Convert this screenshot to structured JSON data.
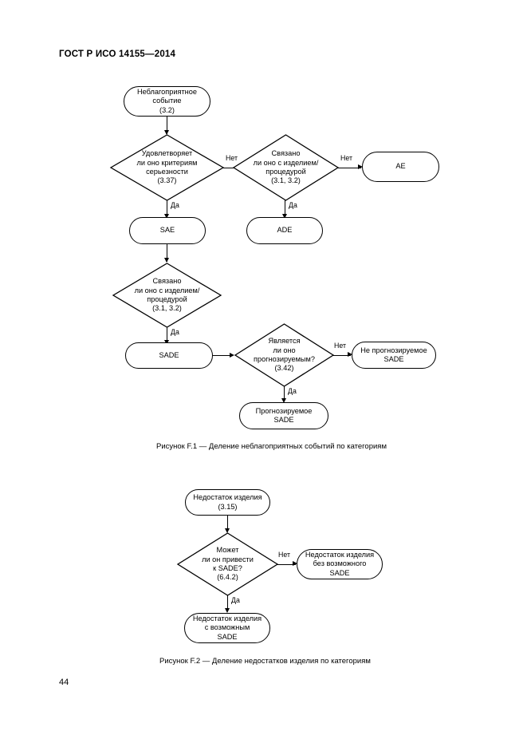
{
  "document": {
    "header": "ГОСТ Р ИСО 14155—2014",
    "page_number": "44"
  },
  "figures": [
    {
      "id": "F.1",
      "caption": "Рисунок F.1 — Деление неблагоприятных событий по категориям",
      "nodes": {
        "start": "Неблагоприятное\nсобытие\n(3.2)",
        "d1": "Удовлетворяет\nли оно критериям\nсерьезности\n(3.37)",
        "d2": "Связано\nли оно с изделием/\nпроцедурой\n(3.1, 3.2)",
        "ae": "AE",
        "sae": "SAE",
        "ade": "ADE",
        "d3": "Связано\nли оно с изделием/\nпроцедурой\n(3.1, 3.2)",
        "sade": "SADE",
        "d4": "Является\nли оно\nпрогнозируемым?\n(3.42)",
        "unexpected_sade": "Не прогнозируемое\nSADE",
        "expected_sade": "Прогнозируемое\nSADE"
      },
      "edge_labels": {
        "d1_no": "Нет",
        "d1_yes": "Да",
        "d2_no": "Нет",
        "d2_yes": "Да",
        "d3_yes": "Да",
        "d4_no": "Нет",
        "d4_yes": "Да"
      }
    },
    {
      "id": "F.2",
      "caption": "Рисунок F.2 — Деление недостатков изделия по категориям",
      "nodes": {
        "start": "Недостаток изделия\n(3.15)",
        "d1": "Может\nли он привести\nк SADE?\n(6.4.2)",
        "no_sade": "Недостаток изделия\nбез возможного\nSADE",
        "yes_sade": "Недостаток изделия\nс возможным\nSADE"
      },
      "edge_labels": {
        "d1_no": "Нет",
        "d1_yes": "Да"
      }
    }
  ],
  "colors": {
    "ink": "#000000",
    "paper": "#ffffff"
  }
}
